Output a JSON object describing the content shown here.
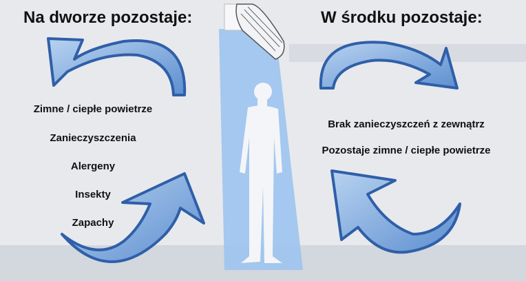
{
  "left": {
    "title": "Na dworze pozostaje:",
    "items": [
      "Zimne / ciepłe powietrze",
      "Zanieczyszczenia",
      "Alergeny",
      "Insekty",
      "Zapachy"
    ]
  },
  "right": {
    "title": "W środku pozostaje:",
    "items": [
      "Brak zanieczyszczeń z zewnątrz",
      "Pozostaje zimne / ciepłe powietrze"
    ]
  },
  "colors": {
    "arrow_fill": "#7fa8dc",
    "arrow_stroke": "#2f5fa8",
    "air_stream": "#9cc4ee",
    "person": "#f4f5f8",
    "background": "#e8e9ed",
    "floor": "#d3d7de"
  }
}
